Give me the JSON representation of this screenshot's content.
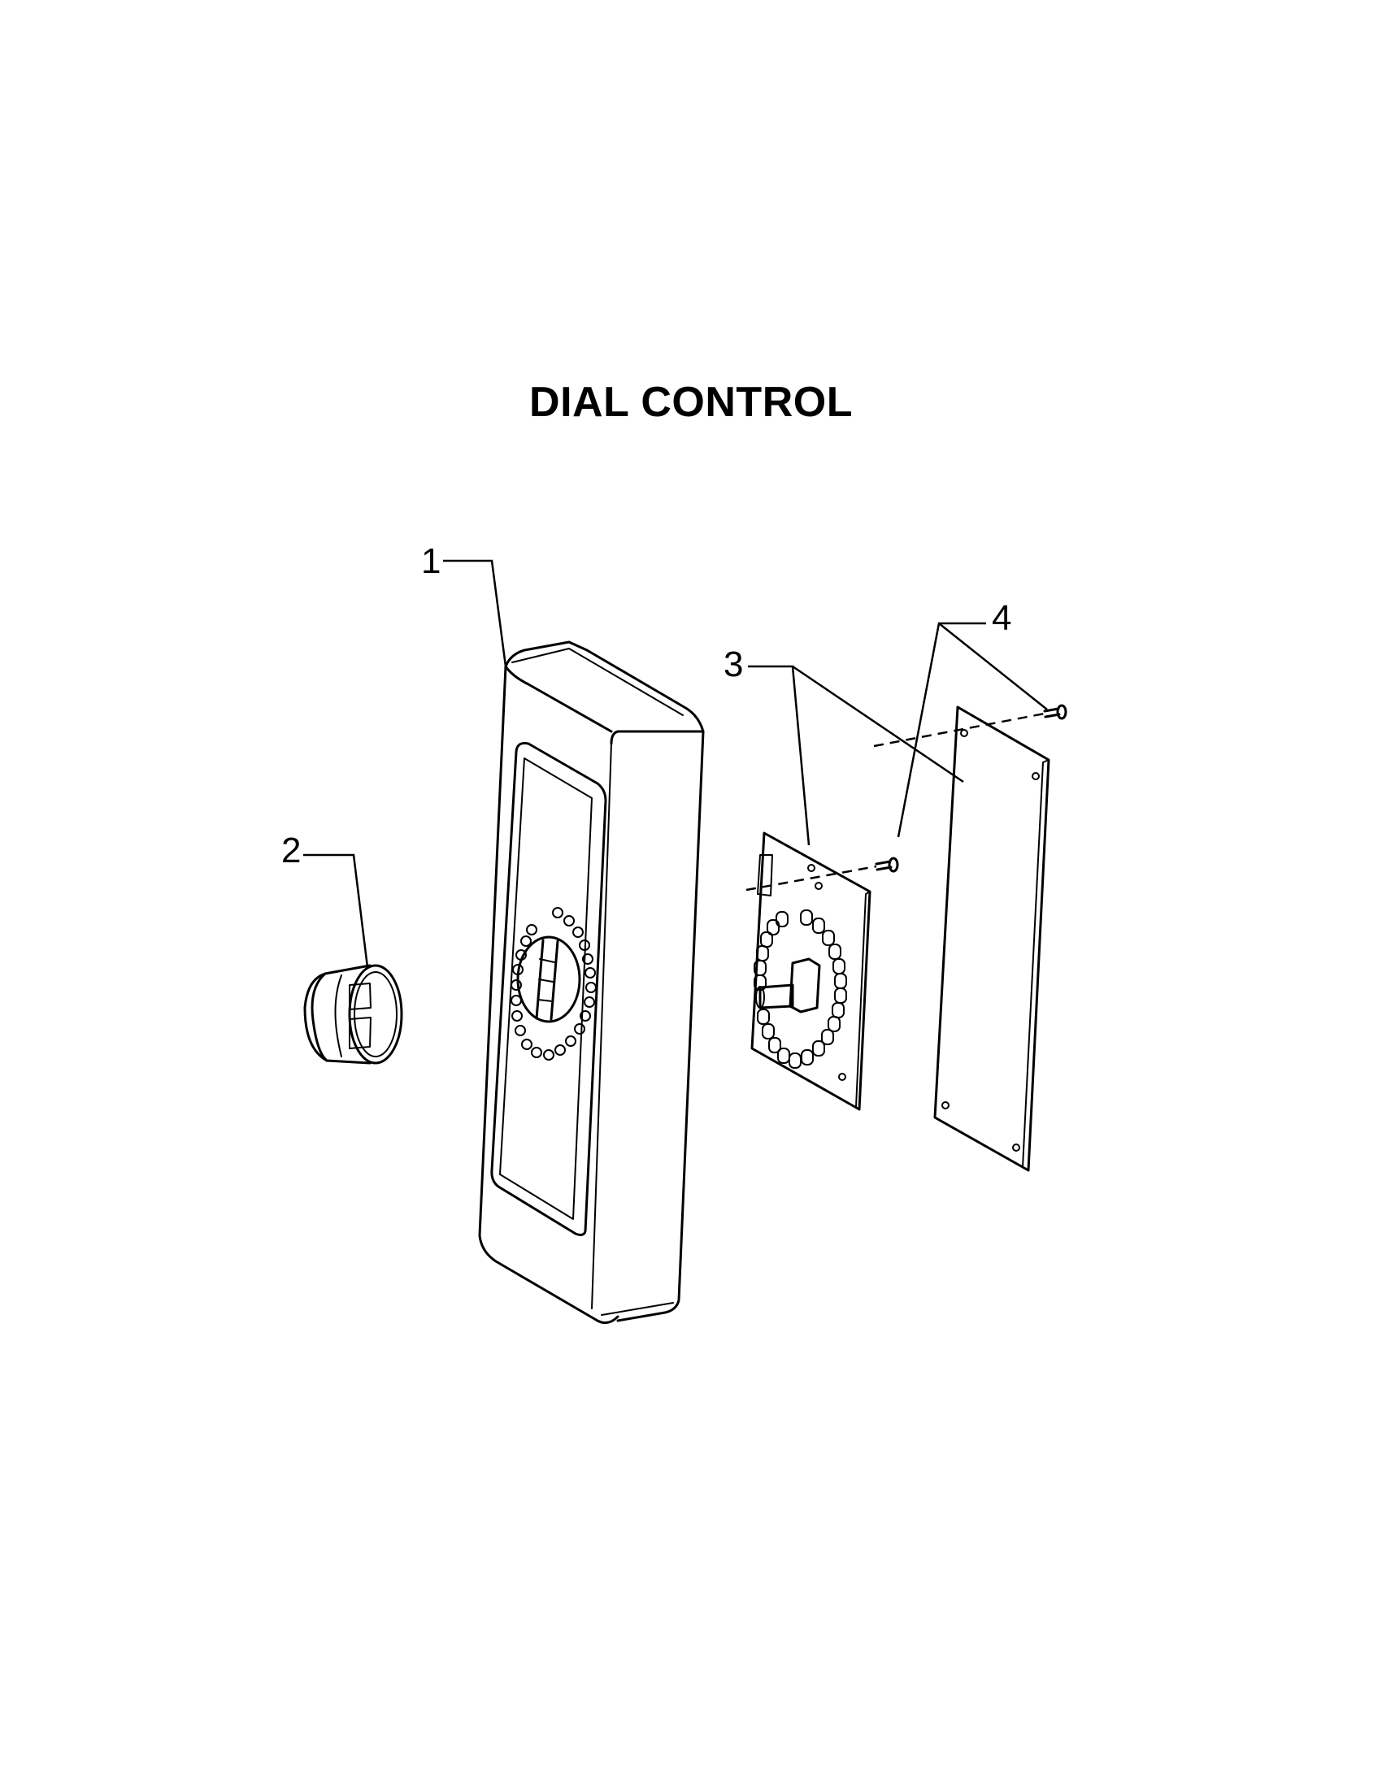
{
  "title": "DIAL CONTROL",
  "callouts": [
    {
      "id": "1",
      "label": "1",
      "part": "housing"
    },
    {
      "id": "2",
      "label": "2",
      "part": "knob"
    },
    {
      "id": "3",
      "label": "3",
      "part": "circuit-board"
    },
    {
      "id": "4",
      "label": "4",
      "part": "screw"
    }
  ]
}
